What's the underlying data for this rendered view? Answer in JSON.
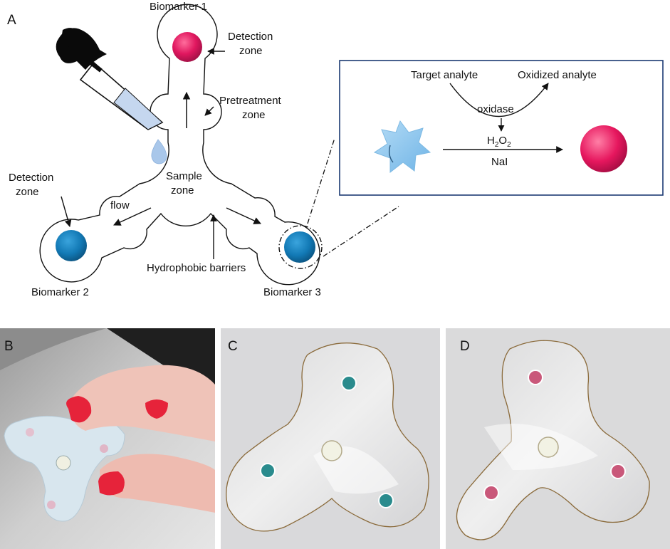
{
  "panel_a": {
    "letter": "A",
    "biomarker_1": "Biomarker 1",
    "biomarker_2": "Biomarker 2",
    "biomarker_3": "Biomarker 3",
    "detection_zone_top_line1": "Detection",
    "detection_zone_top_line2": "zone",
    "detection_zone_left_line1": "Detection",
    "detection_zone_left_line2": "zone",
    "pretreatment_line1": "Pretreatment",
    "pretreatment_line2": "zone",
    "sample_line1": "Sample",
    "sample_line2": "zone",
    "flow": "flow",
    "hydrophobic_barriers": "Hydrophobic barriers",
    "reaction": {
      "target_analyte": "Target analyte",
      "oxidized_analyte": "Oxidized analyte",
      "oxidase": "oxidase",
      "h2o2_h": "H",
      "h2o2_sub1": "2",
      "h2o2_o": "O",
      "h2o2_sub2": "2",
      "reagent": "NaI"
    }
  },
  "panel_b": {
    "letter": "B"
  },
  "panel_c": {
    "letter": "C"
  },
  "panel_d": {
    "letter": "D"
  },
  "colors": {
    "detection_pink": "#e0175f",
    "detection_blue": "#1279b5",
    "star_blue": "#8ec7ee",
    "box_border": "#1c3a73",
    "dropper_black": "#0a0a0a",
    "device_c_spot": "#2a8b8d",
    "device_d_spot": "#c9587a"
  }
}
